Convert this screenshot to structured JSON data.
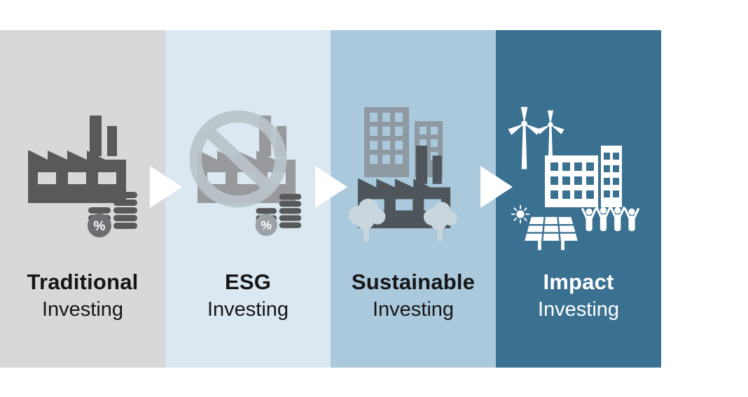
{
  "diagram": {
    "percent_label": "%",
    "arrow_color": "#ffffff",
    "background_color": "#ffffff",
    "stages": [
      {
        "name": "Traditional",
        "subtitle": "Investing",
        "panel_color": "#d8d8d8",
        "text_color": "#161616",
        "icons": [
          "factory-icon",
          "coins-percent-icon"
        ]
      },
      {
        "name": "ESG",
        "subtitle": "Investing",
        "panel_color": "#dbe8f1",
        "text_color": "#161616",
        "icons": [
          "factory-icon",
          "prohibition-icon",
          "coins-percent-icon"
        ]
      },
      {
        "name": "Sustainable",
        "subtitle": "Investing",
        "panel_color": "#aac9dd",
        "text_color": "#161616",
        "icons": [
          "city-buildings-icon",
          "factory-icon",
          "tree-icon",
          "tree-icon"
        ]
      },
      {
        "name": "Impact",
        "subtitle": "Investing",
        "panel_color": "#3a7191",
        "text_color": "#ffffff",
        "icons": [
          "wind-turbines-icon",
          "building-icon",
          "sun-icon",
          "solar-panel-icon",
          "people-icon"
        ]
      }
    ]
  }
}
